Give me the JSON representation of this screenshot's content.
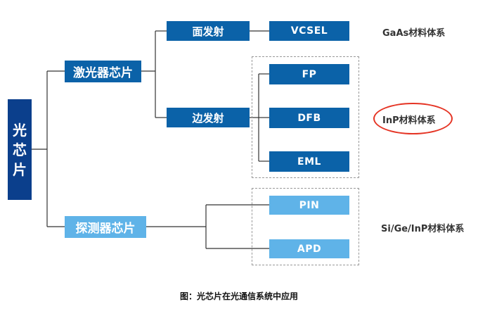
{
  "diagram": {
    "root": {
      "chars": [
        "光",
        "芯",
        "片"
      ]
    },
    "laser": {
      "label": "激光器芯片",
      "surface": {
        "label": "面发射",
        "leaf": "VCSEL"
      },
      "edge": {
        "label": "边发射",
        "leaves": [
          "FP",
          "DFB",
          "EML"
        ]
      }
    },
    "detector": {
      "label": "探测器芯片",
      "leaves": [
        "PIN",
        "APD"
      ]
    },
    "material_systems": {
      "gaas": "GaAs材料体系",
      "inp": "InP材料体系",
      "si": "Si/Ge/InP材料体系"
    },
    "highlight_color": "#e53424"
  },
  "caption": "图：光芯片在光通信系统中应用"
}
